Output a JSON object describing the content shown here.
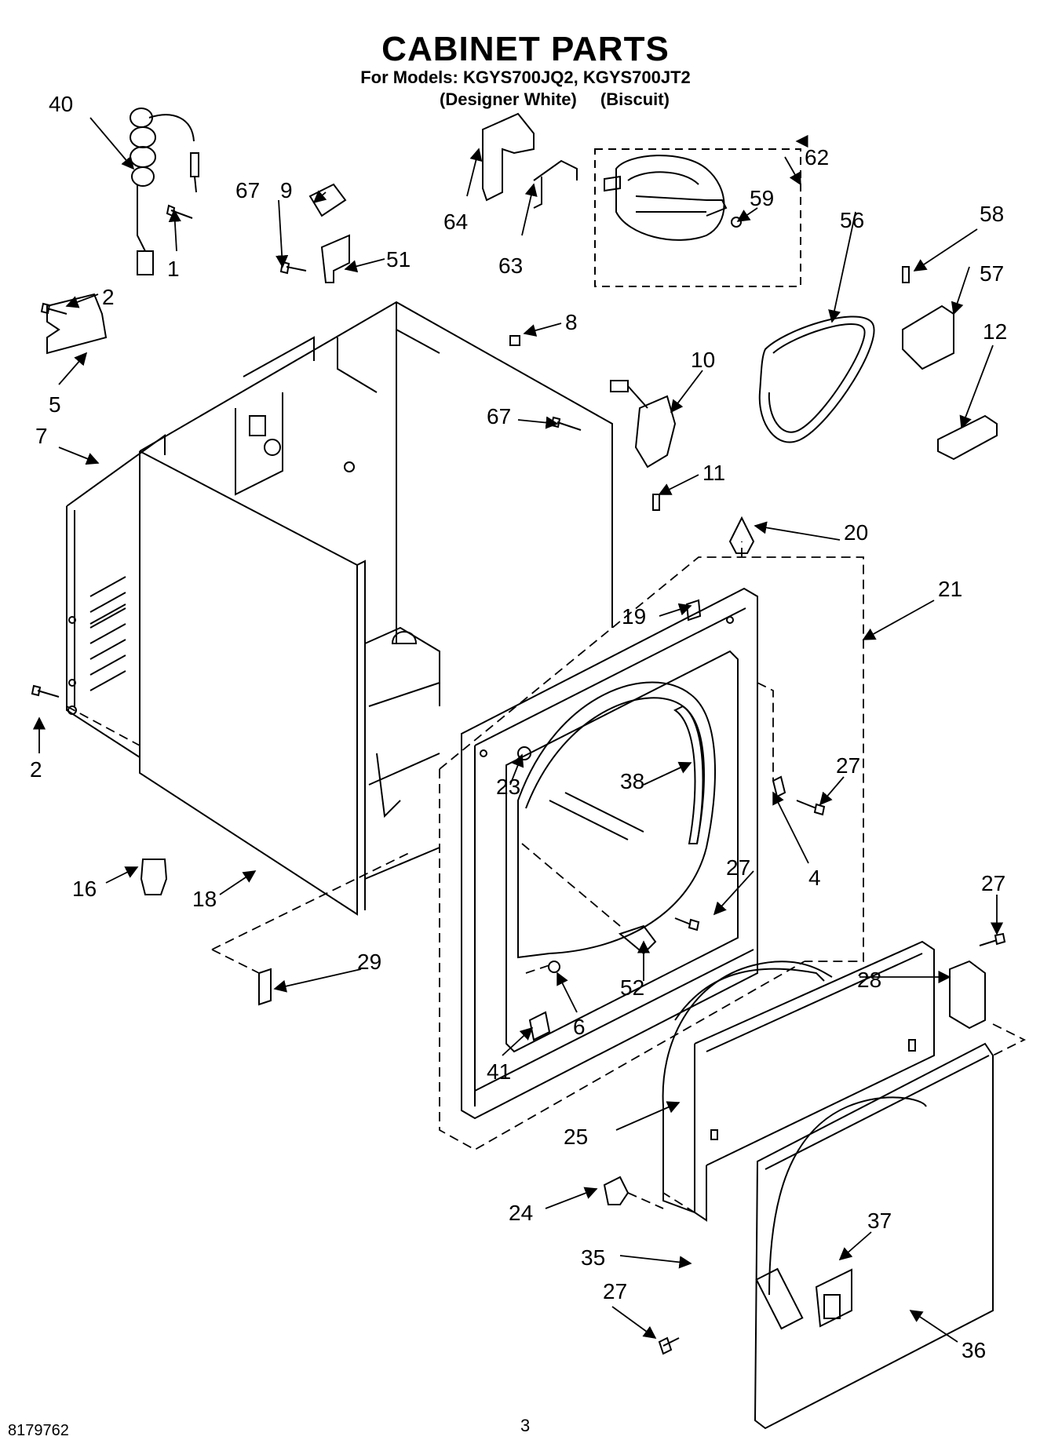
{
  "title": "CABINET PARTS",
  "models_line": "For Models: KGYS700JQ2, KGYS700JT2",
  "variants": [
    "(Designer White)",
    "(Biscuit)"
  ],
  "footer": {
    "doc_number": "8179762",
    "page_number": "3"
  },
  "callouts": [
    "40",
    "67",
    "9",
    "1",
    "51",
    "2",
    "5",
    "7",
    "8",
    "64",
    "63",
    "62",
    "59",
    "56",
    "58",
    "57",
    "12",
    "10",
    "67b",
    "11",
    "20",
    "21",
    "19",
    "27",
    "23",
    "38",
    "4",
    "2b",
    "16",
    "18",
    "27b",
    "52",
    "27c",
    "29",
    "6",
    "28",
    "41",
    "25",
    "24",
    "35",
    "37",
    "27d",
    "36"
  ],
  "labels": {
    "40": "40",
    "67": "67",
    "9": "9",
    "1": "1",
    "51": "51",
    "2": "2",
    "5": "5",
    "7": "7",
    "8": "8",
    "64": "64",
    "63": "63",
    "62": "62",
    "59": "59",
    "56": "56",
    "58": "58",
    "57": "57",
    "12": "12",
    "10": "10",
    "67b": "67",
    "11": "11",
    "20": "20",
    "21": "21",
    "19": "19",
    "27": "27",
    "23": "23",
    "38": "38",
    "4": "4",
    "2b": "2",
    "16": "16",
    "18": "18",
    "27b": "27",
    "52": "52",
    "27c": "27",
    "29": "29",
    "6": "6",
    "28": "28",
    "41": "41",
    "25": "25",
    "24": "24",
    "35": "35",
    "37": "37",
    "27d": "27",
    "36": "36"
  }
}
